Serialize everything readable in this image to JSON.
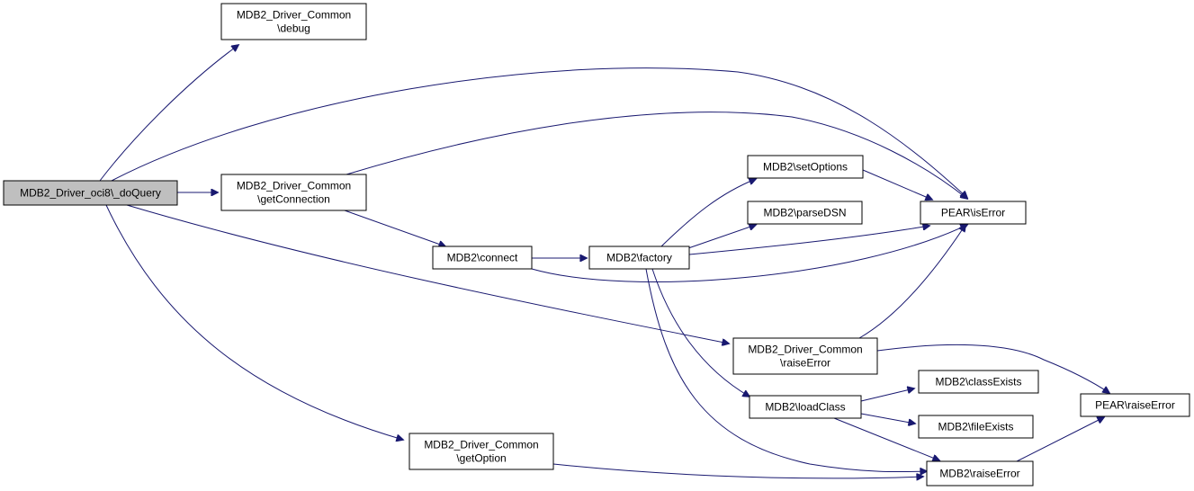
{
  "graph": {
    "nodes": [
      {
        "id": "doQuery",
        "lines": [
          "MDB2_Driver_oci8\\_doQuery"
        ],
        "root": true
      },
      {
        "id": "debug",
        "lines": [
          "MDB2_Driver_Common",
          "\\debug"
        ]
      },
      {
        "id": "getConnection",
        "lines": [
          "MDB2_Driver_Common",
          "\\getConnection"
        ]
      },
      {
        "id": "connect",
        "lines": [
          "MDB2\\connect"
        ]
      },
      {
        "id": "factory",
        "lines": [
          "MDB2\\factory"
        ]
      },
      {
        "id": "setOptions",
        "lines": [
          "MDB2\\setOptions"
        ]
      },
      {
        "id": "parseDSN",
        "lines": [
          "MDB2\\parseDSN"
        ]
      },
      {
        "id": "pearIsError",
        "lines": [
          "PEAR\\isError"
        ]
      },
      {
        "id": "commonRaiseError",
        "lines": [
          "MDB2_Driver_Common",
          "\\raiseError"
        ]
      },
      {
        "id": "loadClass",
        "lines": [
          "MDB2\\loadClass"
        ]
      },
      {
        "id": "classExists",
        "lines": [
          "MDB2\\classExists"
        ]
      },
      {
        "id": "fileExists",
        "lines": [
          "MDB2\\fileExists"
        ]
      },
      {
        "id": "pearRaiseError",
        "lines": [
          "PEAR\\raiseError"
        ]
      },
      {
        "id": "mdb2RaiseError",
        "lines": [
          "MDB2\\raiseError"
        ]
      },
      {
        "id": "getOption",
        "lines": [
          "MDB2_Driver_Common",
          "\\getOption"
        ]
      }
    ],
    "edges": [
      {
        "from": "doQuery",
        "to": "debug"
      },
      {
        "from": "doQuery",
        "to": "pearIsError"
      },
      {
        "from": "doQuery",
        "to": "getConnection"
      },
      {
        "from": "doQuery",
        "to": "commonRaiseError"
      },
      {
        "from": "doQuery",
        "to": "getOption"
      },
      {
        "from": "getConnection",
        "to": "pearIsError"
      },
      {
        "from": "getConnection",
        "to": "connect"
      },
      {
        "from": "connect",
        "to": "factory"
      },
      {
        "from": "connect",
        "to": "pearIsError"
      },
      {
        "from": "factory",
        "to": "setOptions"
      },
      {
        "from": "factory",
        "to": "parseDSN"
      },
      {
        "from": "factory",
        "to": "pearIsError"
      },
      {
        "from": "factory",
        "to": "loadClass"
      },
      {
        "from": "factory",
        "to": "mdb2RaiseError"
      },
      {
        "from": "setOptions",
        "to": "pearIsError"
      },
      {
        "from": "commonRaiseError",
        "to": "pearIsError"
      },
      {
        "from": "commonRaiseError",
        "to": "pearRaiseError"
      },
      {
        "from": "loadClass",
        "to": "classExists"
      },
      {
        "from": "loadClass",
        "to": "fileExists"
      },
      {
        "from": "loadClass",
        "to": "mdb2RaiseError"
      },
      {
        "from": "mdb2RaiseError",
        "to": "pearRaiseError"
      },
      {
        "from": "getOption",
        "to": "mdb2RaiseError"
      }
    ]
  }
}
